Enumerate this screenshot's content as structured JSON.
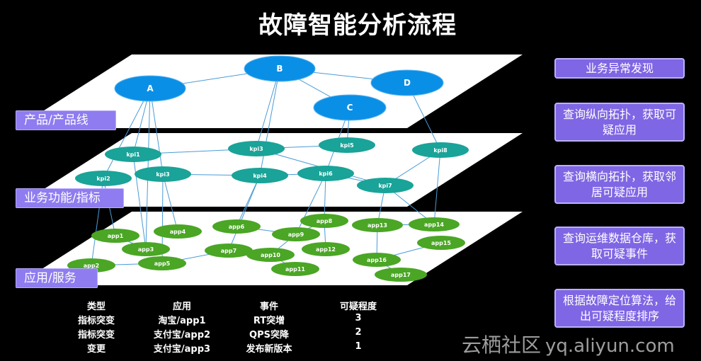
{
  "title": "故障智能分析流程",
  "layers": {
    "product": "产品/产品线",
    "business": "业务功能/指标",
    "app": "应用/服务"
  },
  "nodes": {
    "A": "A",
    "B": "B",
    "C": "C",
    "D": "D",
    "kpi1": "kpi1",
    "kpi2": "kpi2",
    "kpi3a": "kpi3",
    "kpi3b": "kpi3",
    "kpi4": "kpi4",
    "kpi5": "kpi5",
    "kpi6": "kpi6",
    "kpi7": "kpi7",
    "kpi8": "kpi8",
    "app1": "app1",
    "app2": "app2",
    "app3": "app3",
    "app4": "app4",
    "app5": "app5",
    "app6": "app6",
    "app7": "app7",
    "app8": "app8",
    "app9": "app9",
    "app10": "app10",
    "app11": "app11",
    "app12": "app12",
    "app13": "app13",
    "app14": "app14",
    "app15": "app15",
    "app16": "app16",
    "app17": "app17"
  },
  "steps": [
    "业务异常发现",
    "查询纵向拓扑，获取可疑应用",
    "查询横向拓扑，获取邻居可疑应用",
    "查询运维数据仓库，获取可疑事件",
    "根据故障定位算法，给出可疑程度排序"
  ],
  "table": {
    "headers": [
      "类型",
      "应用",
      "事件",
      "可疑程度"
    ],
    "rows": [
      [
        "指标突变",
        "淘宝/app1",
        "RT突增",
        "3"
      ],
      [
        "指标突变",
        "支付宝/app2",
        "QPS突降",
        "2"
      ],
      [
        "变更",
        "支付宝/app3",
        "发布新版本",
        "1"
      ]
    ]
  },
  "watermark": {
    "brand": "云栖社区",
    "domain": "yq.aliyun.com"
  },
  "colors": {
    "background": "#000000",
    "plane": "#ffffff",
    "product_node": "#0a8fe6",
    "kpi_node": "#1aa398",
    "app_node": "#4aa624",
    "link": "#4a9bd6",
    "label_fill": "#8e7cf0",
    "step_fill": "#7f66e4"
  }
}
